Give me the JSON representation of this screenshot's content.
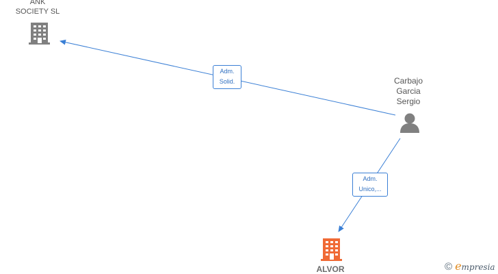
{
  "nodes": {
    "ank_society": {
      "label_lines": [
        "ANK",
        "SOCIETY  SL"
      ],
      "icon": "building-icon",
      "color": "#808080"
    },
    "person": {
      "label_lines": [
        "Carbajo",
        "Garcia",
        "Sergio"
      ],
      "icon": "person-icon",
      "color": "#808080"
    },
    "alvor": {
      "label_lines": [
        "ALVOR"
      ],
      "icon": "building-icon",
      "color": "#f06a35"
    }
  },
  "edges": [
    {
      "from": "person",
      "to": "ank_society",
      "label_lines": [
        "Adm.",
        "Solid."
      ]
    },
    {
      "from": "person",
      "to": "alvor",
      "label_lines": [
        "Adm.",
        "Unico,..."
      ]
    }
  ],
  "colors": {
    "edge": "#3a7fd5",
    "node_gray": "#808080",
    "node_orange": "#f06a35"
  },
  "watermark": {
    "copyright": "©",
    "brand_initial": "e",
    "brand_rest": "mpresia"
  }
}
